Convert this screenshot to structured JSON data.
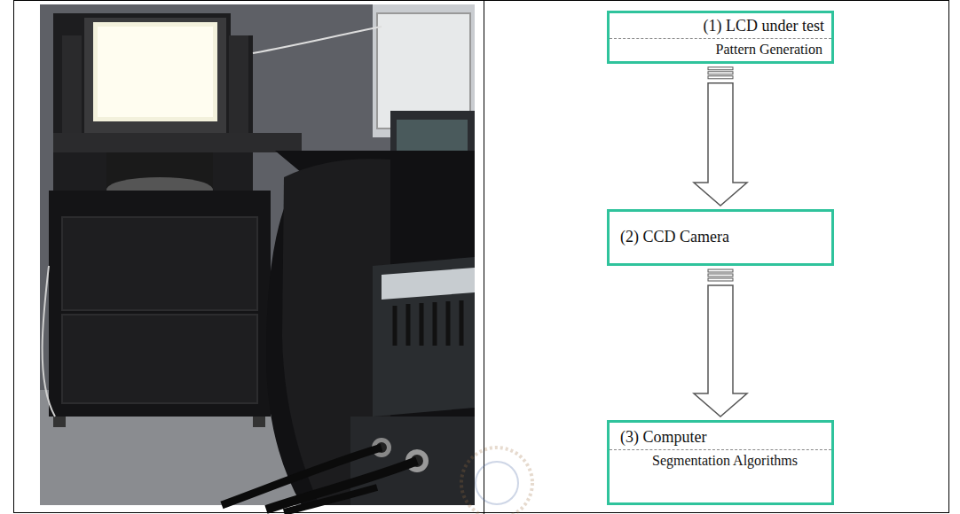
{
  "diagram": {
    "nodes": [
      {
        "text": [
          "(1) LCD under test",
          "Pattern Generation"
        ]
      },
      {
        "text": [
          "(2) CCD Camera"
        ]
      },
      {
        "text": [
          "(3) Computer",
          "Segmentation Algorithms"
        ]
      }
    ],
    "edges": [
      {
        "from": 0,
        "to": 1,
        "arrow": "to"
      },
      {
        "from": 1,
        "to": 2,
        "arrow": "to"
      }
    ]
  }
}
